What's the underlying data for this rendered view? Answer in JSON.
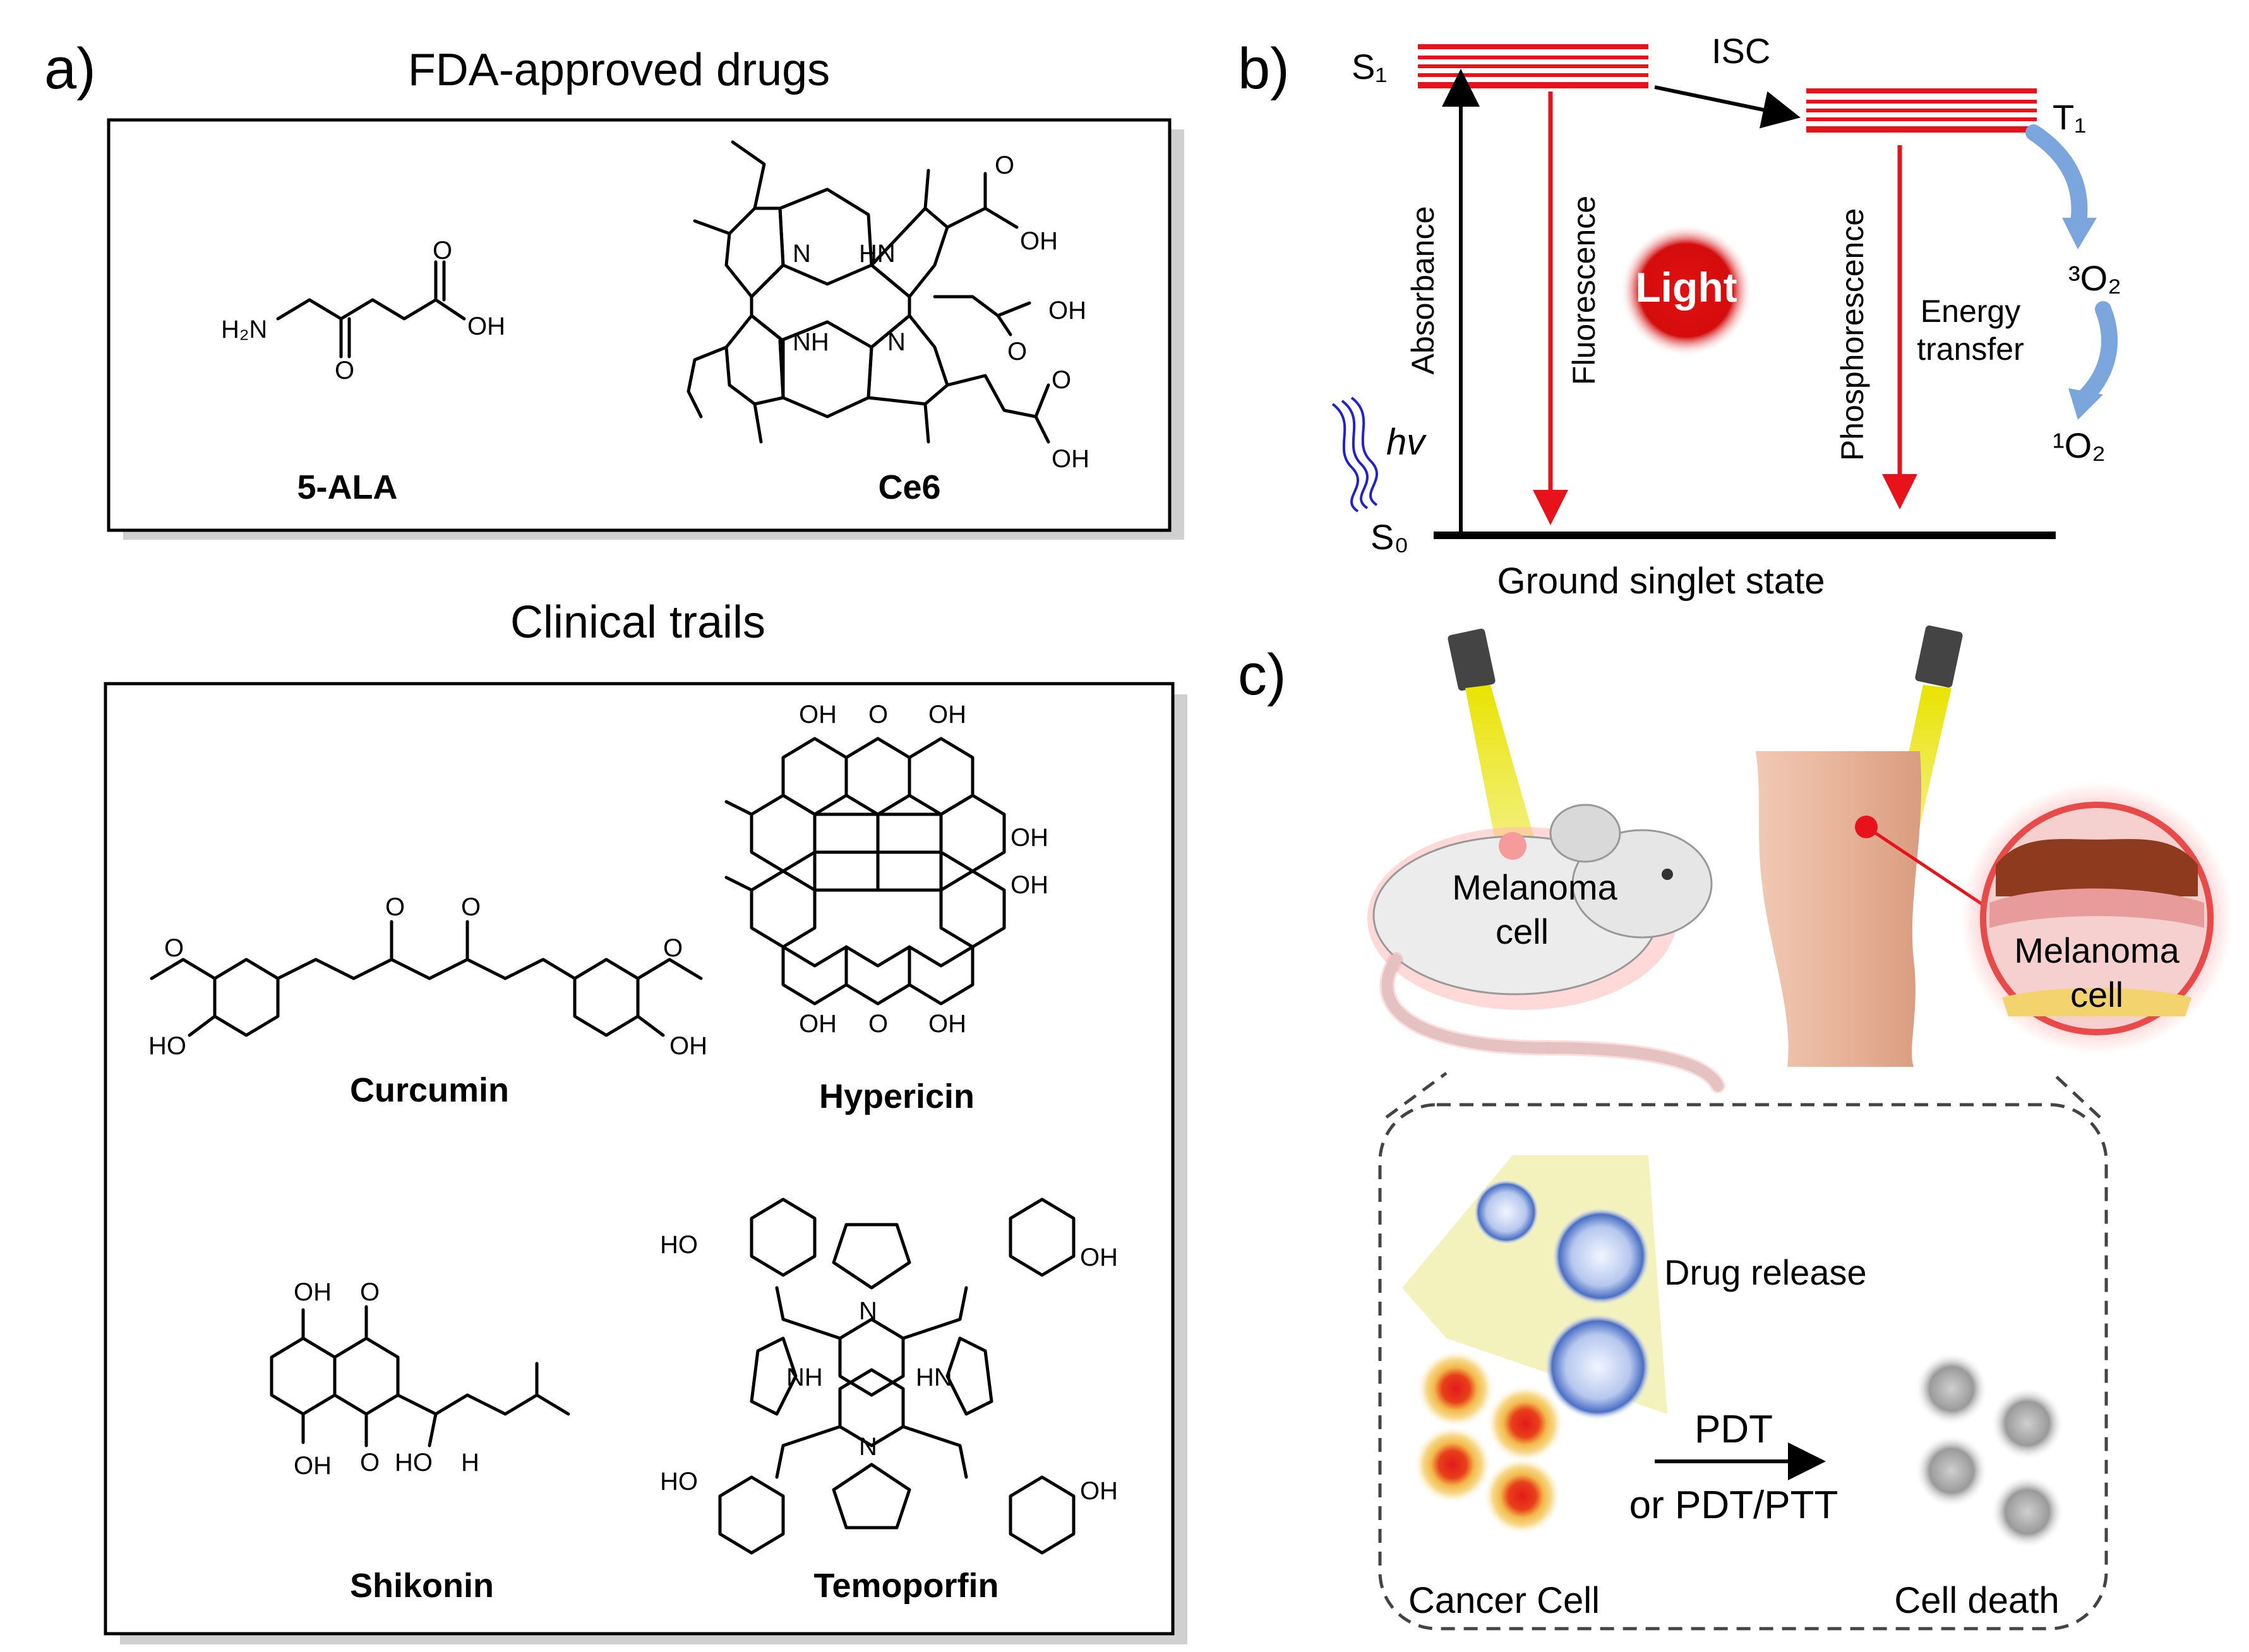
{
  "panel_a": {
    "label": "a)",
    "fda_title": "FDA-approved drugs",
    "fda_drugs": [
      "5-ALA",
      "Ce6"
    ],
    "clinical_title": "Clinical trails",
    "clinical_drugs": [
      "Curcumin",
      "Hypericin",
      "Shikonin",
      "Temoporfin"
    ],
    "atoms": {
      "h2n": "H₂N",
      "o": "O",
      "oh": "OH",
      "ho": "HO",
      "n": "N",
      "nh": "NH",
      "hn": "HN",
      "h": "H"
    }
  },
  "panel_b": {
    "label": "b)",
    "s1": "S₁",
    "s0": "S₀",
    "t1": "T₁",
    "isc": "ISC",
    "absorbance": "Absorbance",
    "fluorescence": "Fluorescence",
    "phosphorescence": "Phosphorescence",
    "energy_transfer_1": "Energy",
    "energy_transfer_2": "transfer",
    "triplet_oxygen": "³O₂",
    "singlet_oxygen": "¹O₂",
    "hv": "hv",
    "light": "Light",
    "ground_state": "Ground singlet state",
    "colors": {
      "levels": "#e8121b",
      "arrows": "#e8121b",
      "light": "#d50f0f",
      "wave": "#2222cc",
      "curve": "#7aa6dd"
    }
  },
  "panel_c": {
    "label": "c)",
    "mouse_label_1": "Melanoma",
    "mouse_label_2": "cell",
    "skin_label_1": "Melanoma",
    "skin_label_2": "cell",
    "drug_release": "Drug release",
    "pdt": "PDT",
    "pdt_ptt": "or PDT/PTT",
    "cancer_cell": "Cancer  Cell",
    "cell_death": "Cell death"
  }
}
